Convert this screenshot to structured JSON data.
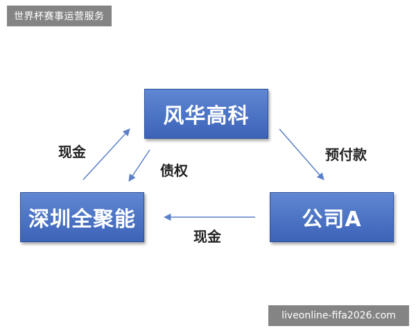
{
  "header": {
    "tag": "世界杯赛事运营服务"
  },
  "watermark": {
    "text": "liveonline-fifa2026.com"
  },
  "diagram": {
    "nodes": {
      "top": "风华高科",
      "left": "深圳全聚能",
      "right": "公司A"
    },
    "edges": {
      "cash_left": "现金",
      "debt": "债权",
      "prepay": "预付款",
      "cash_bottom": "现金"
    },
    "colors": {
      "node_fill": "#4a72c4",
      "arrow": "#5b7fc8"
    }
  }
}
